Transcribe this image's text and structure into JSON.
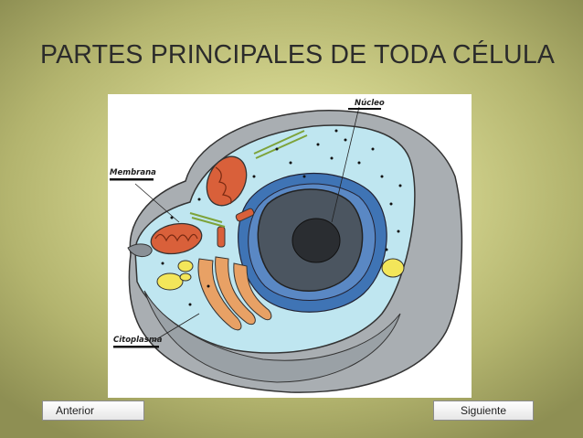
{
  "slide": {
    "title": "PARTES PRINCIPALES DE TODA CÉLULA"
  },
  "figure": {
    "labels": {
      "nucleus": "Núcleo",
      "membrane": "Membrana",
      "cytoplasm": "Citoplasma"
    }
  },
  "navigation": {
    "prev_label": "Anterior",
    "next_label": "Siguiente"
  },
  "colors": {
    "background": "#d3d48e",
    "cytoplasm": "#bfe6f0",
    "nucleus": "#4b5560",
    "nucleolus": "#2a2d31",
    "mitochondria": "#d9603a",
    "golgi": "#e8a165",
    "vesicles": "#f3e65a",
    "cut_surface": "#a9aeb2"
  }
}
